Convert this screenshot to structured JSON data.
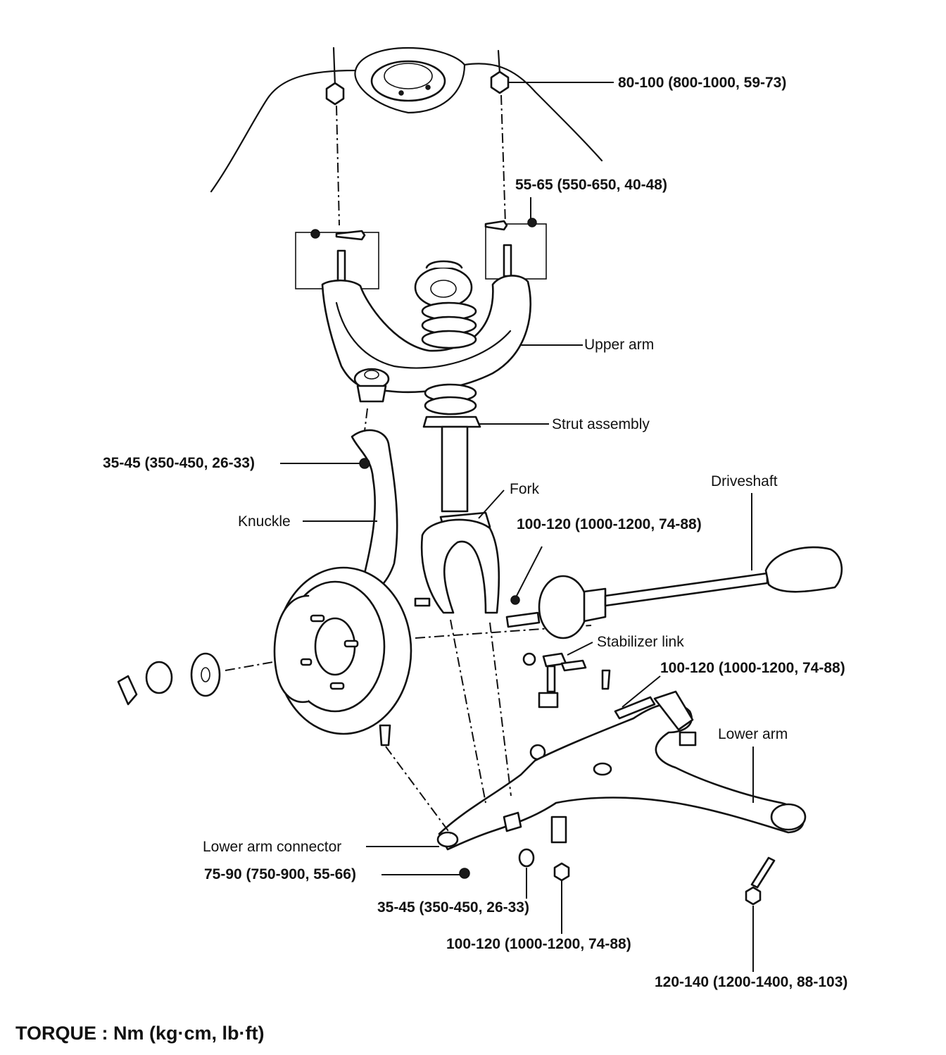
{
  "labels": {
    "torque_top": "80-100 (800-1000, 59-73)",
    "torque_upper_arm_bolts": "55-65 (550-650, 40-48)",
    "upper_arm": "Upper arm",
    "strut_assembly": "Strut assembly",
    "torque_knuckle_upper": "35-45 (350-450, 26-33)",
    "fork": "Fork",
    "driveshaft": "Driveshaft",
    "knuckle": "Knuckle",
    "torque_fork": "100-120 (1000-1200, 74-88)",
    "stabilizer_link": "Stabilizer link",
    "torque_stabilizer": "100-120 (1000-1200, 74-88)",
    "lower_arm": "Lower arm",
    "lower_arm_connector": "Lower arm connector",
    "torque_connector": "75-90 (750-900, 55-66)",
    "torque_lower_nut": "35-45 (350-450, 26-33)",
    "torque_lower_bolt": "100-120 (1000-1200, 74-88)",
    "torque_lower_arm_bolt": "120-140 (1200-1400, 88-103)"
  },
  "footer": "TORQUE : Nm (kg·cm, lb·ft)"
}
